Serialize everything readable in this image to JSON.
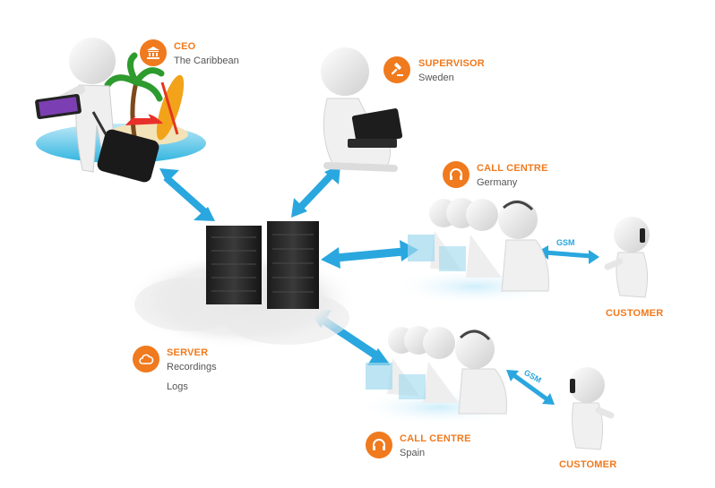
{
  "nodes": {
    "ceo": {
      "title": "CEO",
      "lines": [
        "The Caribbean"
      ],
      "icon": "bank-icon"
    },
    "supervisor": {
      "title": "SUPERVISOR",
      "lines": [
        "Sweden"
      ],
      "icon": "gavel-icon"
    },
    "callcentre_de": {
      "title": "CALL CENTRE",
      "lines": [
        "Germany"
      ],
      "icon": "headset-icon"
    },
    "callcentre_es": {
      "title": "CALL CENTRE",
      "lines": [
        "Spain"
      ],
      "icon": "headset-icon"
    },
    "server": {
      "title": "SERVER",
      "lines": [
        "Recordings",
        "Logs"
      ],
      "icon": "cloud-icon"
    },
    "customer_top": {
      "title": "CUSTOMER"
    },
    "customer_bottom": {
      "title": "CUSTOMER"
    }
  },
  "link_label": "GSM",
  "colors": {
    "accent": "#f07a1e",
    "arrow": "#2aa7de",
    "text": "#555555"
  }
}
